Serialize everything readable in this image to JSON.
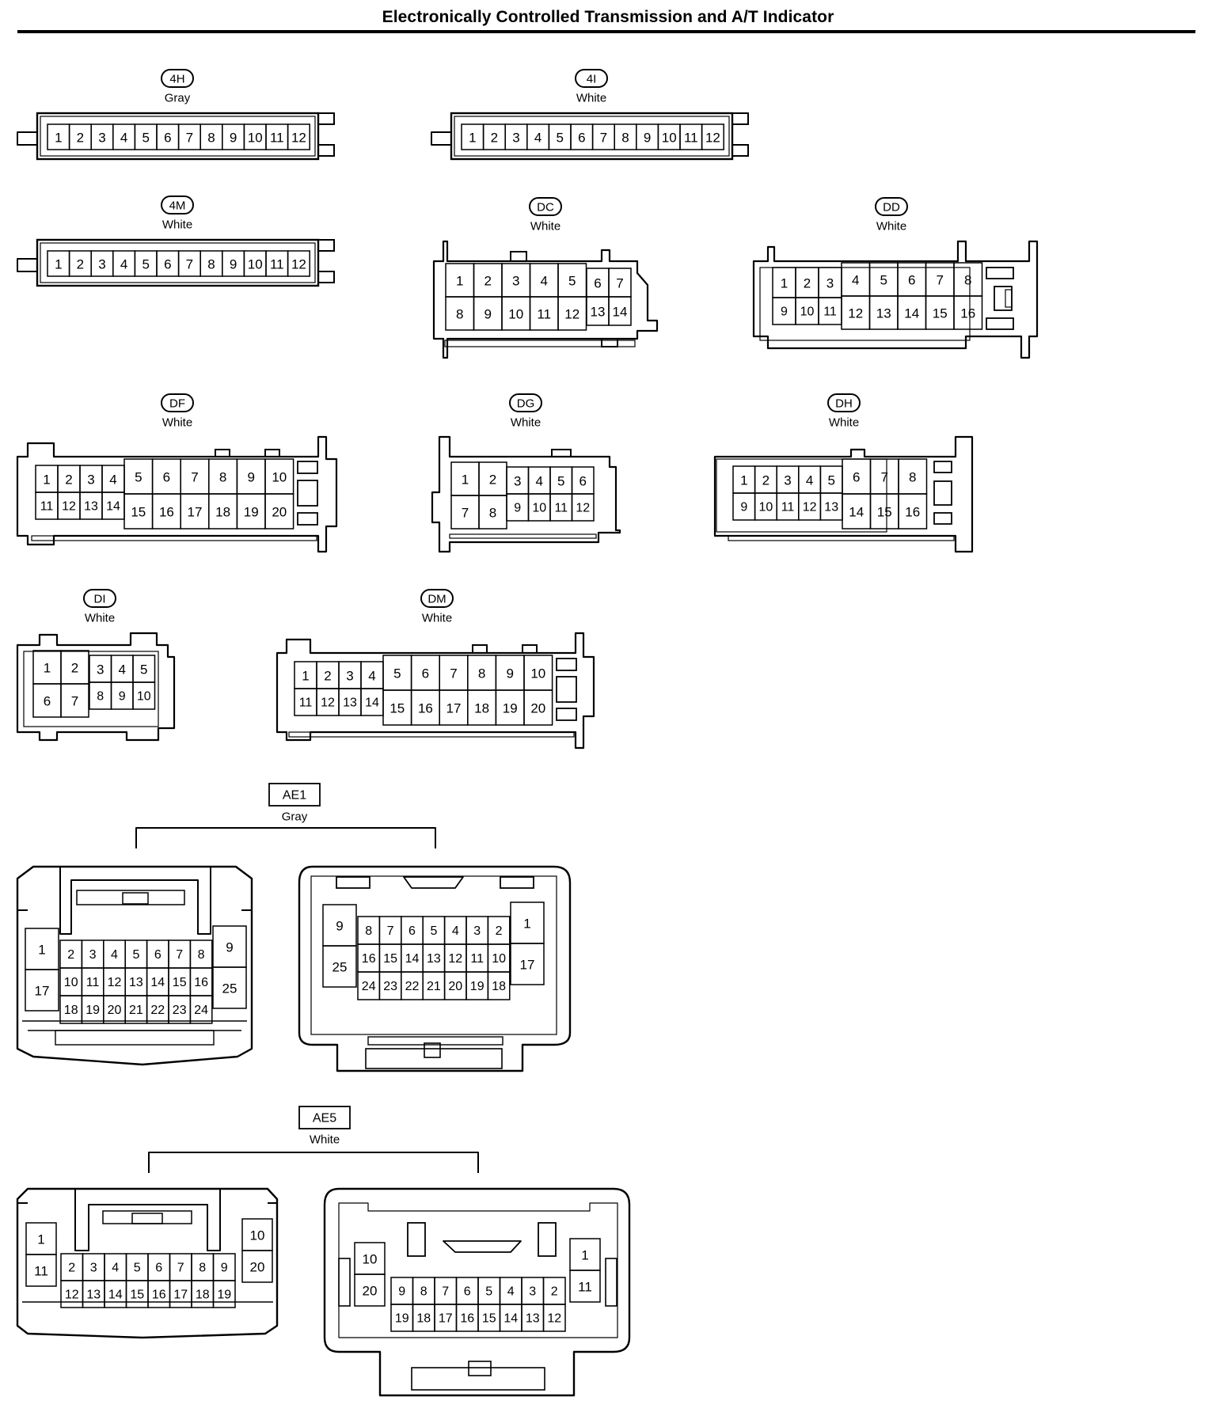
{
  "title": "Electronically Controlled Transmission and A/T Indicator",
  "connectors": [
    {
      "code": "4H",
      "color": "Gray",
      "pins": [
        "1",
        "2",
        "3",
        "4",
        "5",
        "6",
        "7",
        "8",
        "9",
        "10",
        "11",
        "12"
      ]
    },
    {
      "code": "4I",
      "color": "White",
      "pins": [
        "1",
        "2",
        "3",
        "4",
        "5",
        "6",
        "7",
        "8",
        "9",
        "10",
        "11",
        "12"
      ]
    },
    {
      "code": "4M",
      "color": "White",
      "pins": [
        "1",
        "2",
        "3",
        "4",
        "5",
        "6",
        "7",
        "8",
        "9",
        "10",
        "11",
        "12"
      ]
    },
    {
      "code": "DC",
      "color": "White",
      "pins": [
        "1",
        "2",
        "3",
        "4",
        "5",
        "6",
        "7",
        "8",
        "9",
        "10",
        "11",
        "12",
        "13",
        "14"
      ]
    },
    {
      "code": "DD",
      "color": "White",
      "pins": [
        "1",
        "2",
        "3",
        "4",
        "5",
        "6",
        "7",
        "8",
        "9",
        "10",
        "11",
        "12",
        "13",
        "14",
        "15",
        "16"
      ]
    },
    {
      "code": "DF",
      "color": "White",
      "pins": [
        "1",
        "2",
        "3",
        "4",
        "5",
        "6",
        "7",
        "8",
        "9",
        "10",
        "11",
        "12",
        "13",
        "14",
        "15",
        "16",
        "17",
        "18",
        "19",
        "20"
      ]
    },
    {
      "code": "DG",
      "color": "White",
      "pins": [
        "1",
        "2",
        "3",
        "4",
        "5",
        "6",
        "7",
        "8",
        "9",
        "10",
        "11",
        "12"
      ]
    },
    {
      "code": "DH",
      "color": "White",
      "pins": [
        "1",
        "2",
        "3",
        "4",
        "5",
        "6",
        "7",
        "8",
        "9",
        "10",
        "11",
        "12",
        "13",
        "14",
        "15",
        "16"
      ]
    },
    {
      "code": "DI",
      "color": "White",
      "pins": [
        "1",
        "2",
        "3",
        "4",
        "5",
        "6",
        "7",
        "8",
        "9",
        "10"
      ]
    },
    {
      "code": "DM",
      "color": "White",
      "pins": [
        "1",
        "2",
        "3",
        "4",
        "5",
        "6",
        "7",
        "8",
        "9",
        "10",
        "11",
        "12",
        "13",
        "14",
        "15",
        "16",
        "17",
        "18",
        "19",
        "20"
      ]
    },
    {
      "code": "AE1",
      "color": "Gray",
      "pins": [
        "1",
        "2",
        "3",
        "4",
        "5",
        "6",
        "7",
        "8",
        "9",
        "10",
        "11",
        "12",
        "13",
        "14",
        "15",
        "16",
        "17",
        "18",
        "19",
        "20",
        "21",
        "22",
        "23",
        "24",
        "25"
      ]
    },
    {
      "code": "AE5",
      "color": "White",
      "pins": [
        "1",
        "2",
        "3",
        "4",
        "5",
        "6",
        "7",
        "8",
        "9",
        "10",
        "11",
        "12",
        "13",
        "14",
        "15",
        "16",
        "17",
        "18",
        "19",
        "20"
      ]
    }
  ]
}
